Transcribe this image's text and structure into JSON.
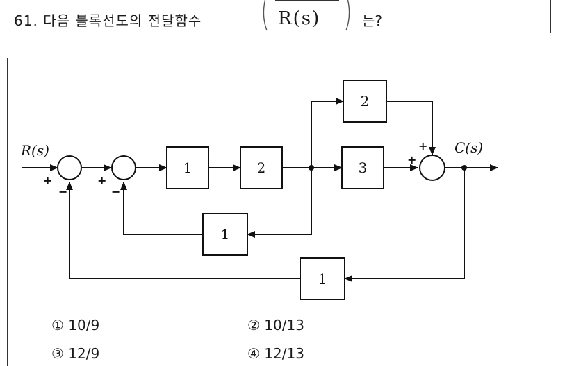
{
  "question": {
    "prefix": "61. 다음 블록선도의 전달함수",
    "denominator": "R(s)",
    "suffix": "는?"
  },
  "diagram": {
    "input_label": "R(s)",
    "output_label": "C(s)",
    "forward_blocks": [
      "1",
      "2",
      "3"
    ],
    "top_block": "2",
    "inner_feedback_block": "1",
    "outer_feedback_block": "1",
    "signs": {
      "sum1_in": "+",
      "sum1_fb": "−",
      "sum2_in": "+",
      "sum2_fb": "−",
      "sum3_top": "+",
      "sum3_left": "+"
    }
  },
  "choices": [
    {
      "num": "①",
      "value": "10/9"
    },
    {
      "num": "②",
      "value": "10/13"
    },
    {
      "num": "③",
      "value": "12/9"
    },
    {
      "num": "④",
      "value": "12/13"
    }
  ]
}
